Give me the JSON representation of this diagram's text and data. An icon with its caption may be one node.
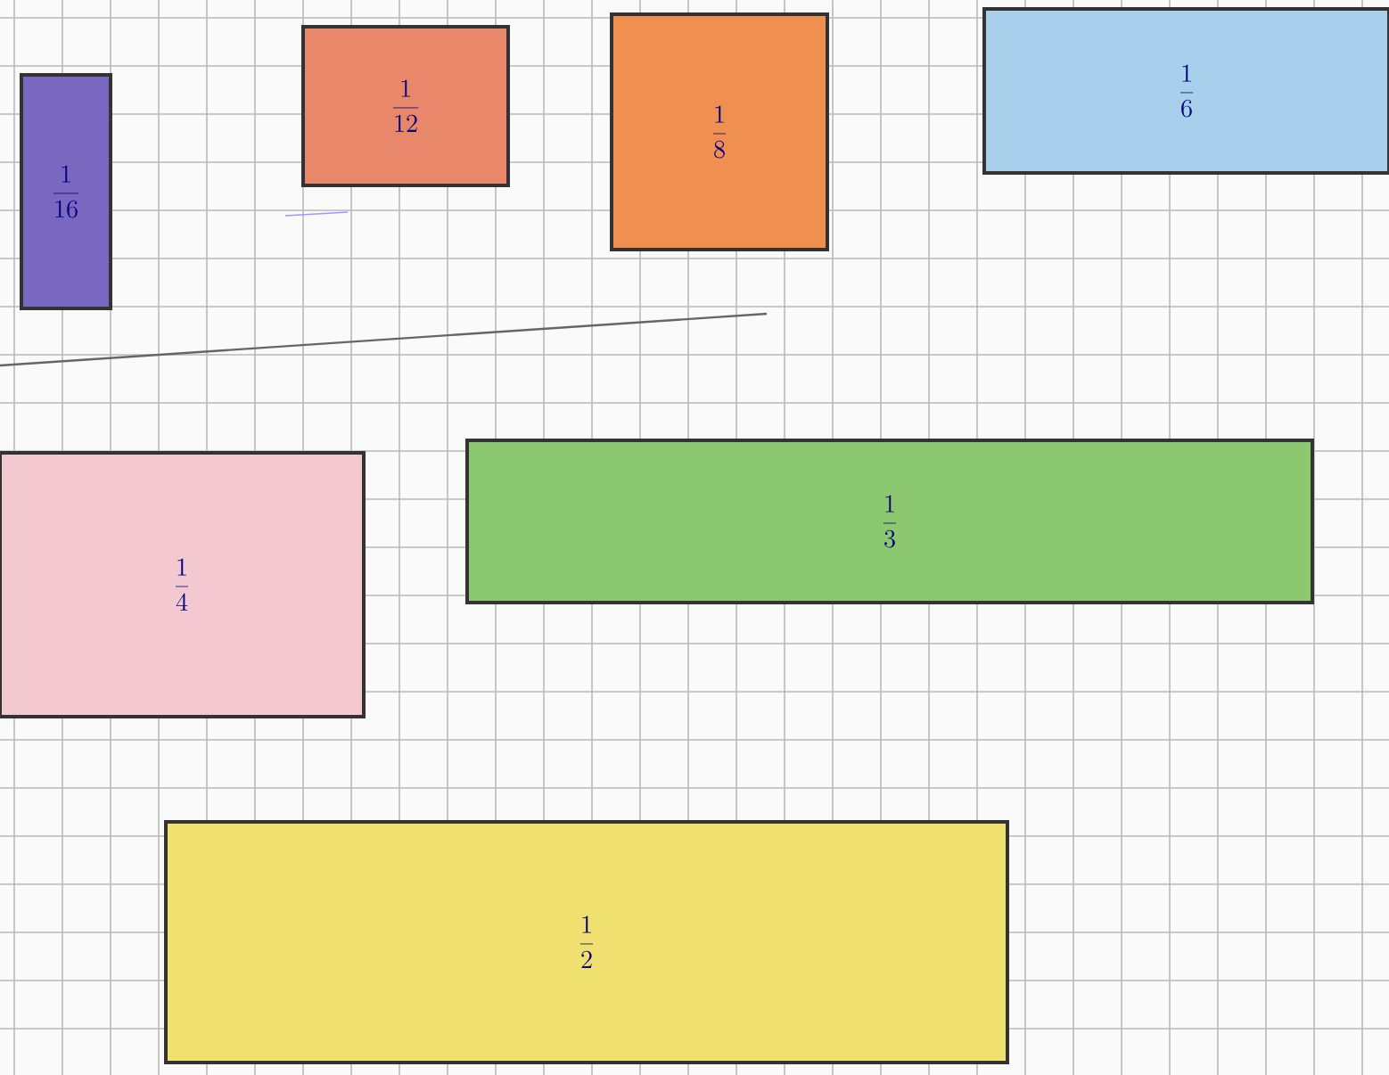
{
  "diagram": {
    "nodes": [
      {
        "text": [
          "\\frac{1}{16}"
        ]
      },
      {
        "text": [
          "\\frac{1}{12}"
        ]
      },
      {
        "text": [
          "\\frac{1}{8}"
        ]
      },
      {
        "text": [
          "\\frac{1}{6}"
        ]
      },
      {
        "text": [
          "\\frac{1}{4}"
        ]
      },
      {
        "text": [
          "\\frac{1}{3}"
        ]
      },
      {
        "text": [
          "\\frac{1}{2}"
        ]
      }
    ]
  }
}
